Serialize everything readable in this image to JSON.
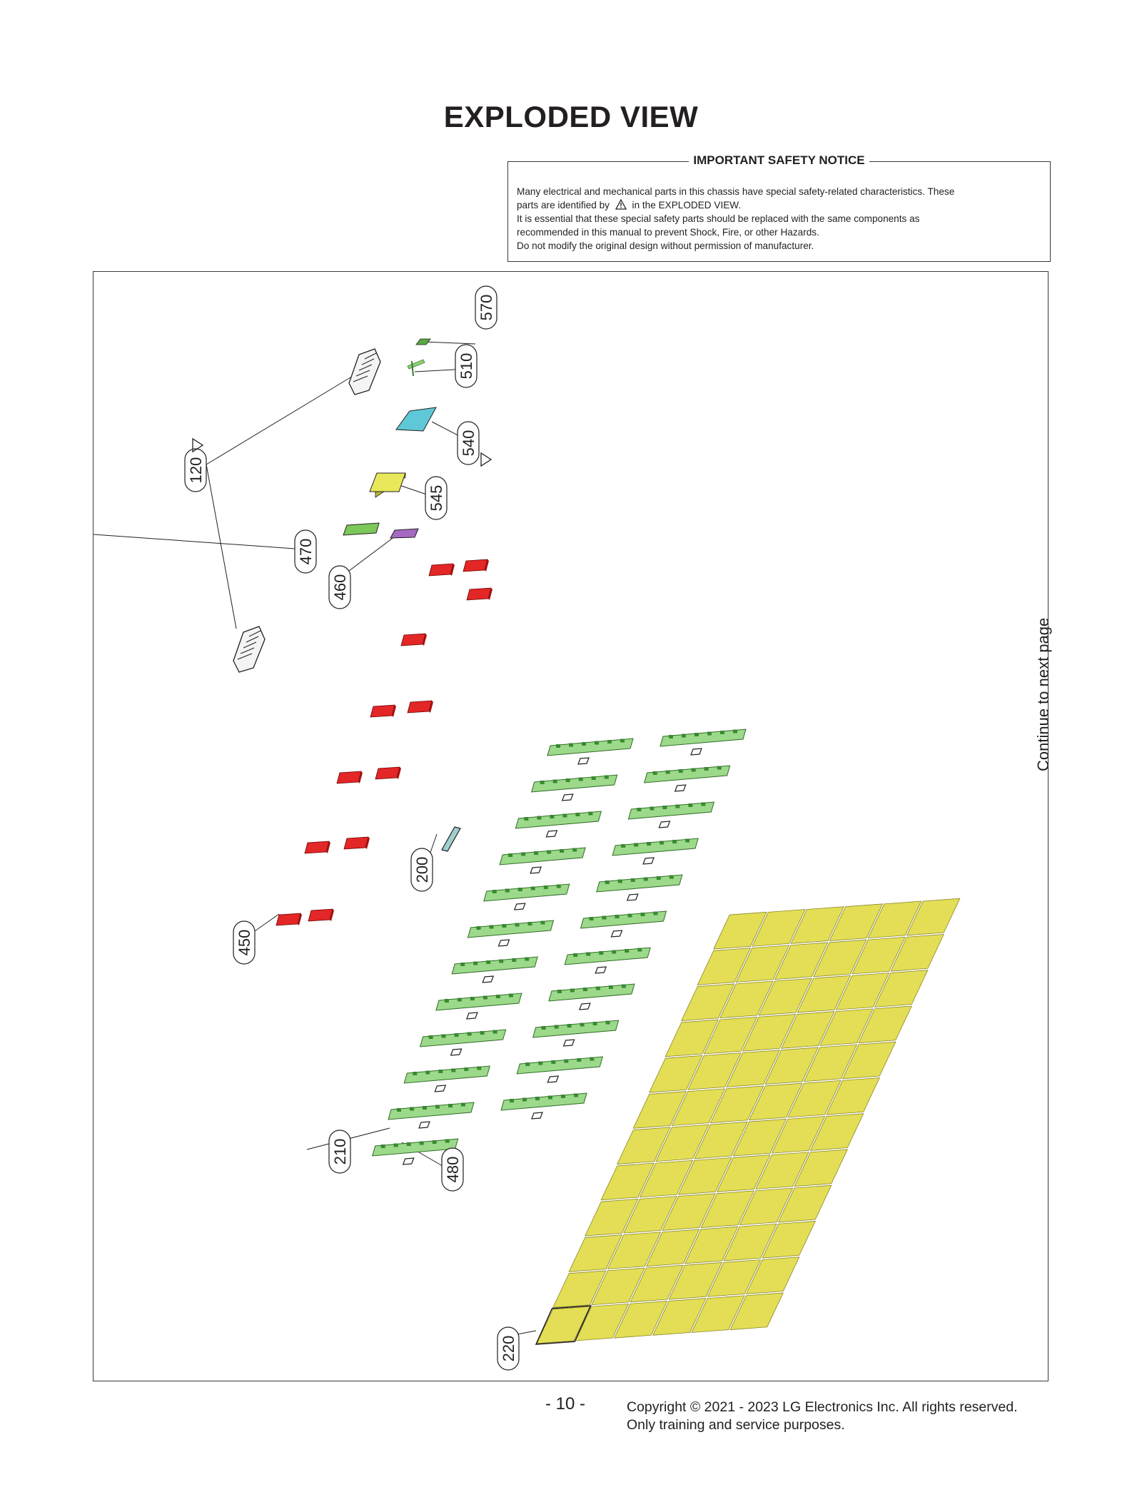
{
  "page": {
    "title": "EXPLODED VIEW",
    "page_number": "- 10 -",
    "copyright_line1": "Copyright © 2021 - 2023 LG Electronics Inc. All rights reserved.",
    "copyright_line2": "Only training and service purposes."
  },
  "notice": {
    "heading": "IMPORTANT SAFETY NOTICE",
    "line1": "Many electrical and mechanical parts in this chassis have special safety-related characteristics. These",
    "line2_before": "parts are identified by",
    "line2_after": "in the EXPLODED VIEW.",
    "line3": "It is essential that these special safety parts should be replaced with the same components as",
    "line4": "recommended in this manual to prevent Shock, Fire, or other Hazards.",
    "line5": "Do not modify the original design without permission of manufacturer."
  },
  "diagram": {
    "continue_label": "Continue to next page",
    "callouts": {
      "c570": "570",
      "c510": "510",
      "c540": "540",
      "c545": "545",
      "c120": "120",
      "c470": "470",
      "c460": "460",
      "c200": "200",
      "c450": "450",
      "c210": "210",
      "c480": "480",
      "c220": "220"
    },
    "colors": {
      "part_510": "#8fd17a",
      "part_540": "#5ec8d6",
      "part_545": "#e8e85a",
      "part_470": "#7cc95a",
      "part_460": "#a46ac0",
      "part_450": "#e32626",
      "led_bar": "#9cd98a",
      "panel": "#e3de55"
    }
  }
}
